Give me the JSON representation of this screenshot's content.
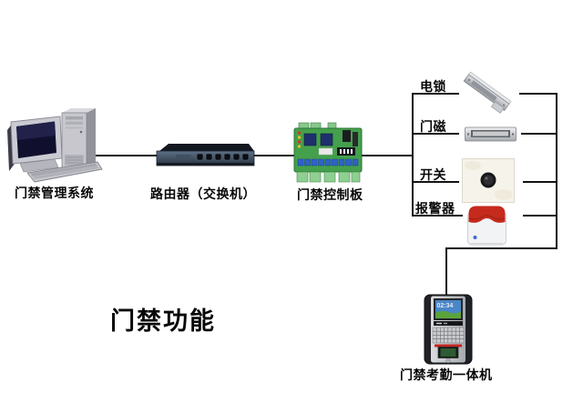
{
  "diagram": {
    "title": "门禁功能",
    "computer": {
      "label": "门禁管理系统"
    },
    "router": {
      "label": "路由器（交换机）"
    },
    "board": {
      "label": "门禁控制板"
    },
    "attendance": {
      "label": "门禁考勤一体机",
      "screen_time": "02:34"
    },
    "branches": [
      {
        "id": "electric-lock",
        "label": "电锁"
      },
      {
        "id": "door-magnet",
        "label": "门磁"
      },
      {
        "id": "switch",
        "label": "开关"
      },
      {
        "id": "alarm",
        "label": "报警器"
      }
    ],
    "colors": {
      "wire": "#121212",
      "pcb_green": "#44a04c",
      "alarm_red": "#c52a1d",
      "router_navy": "#37465a",
      "screen_blue": "#4a86c8",
      "screen_green": "#5aa43c",
      "fingerprint_green": "#2e5a34"
    }
  }
}
